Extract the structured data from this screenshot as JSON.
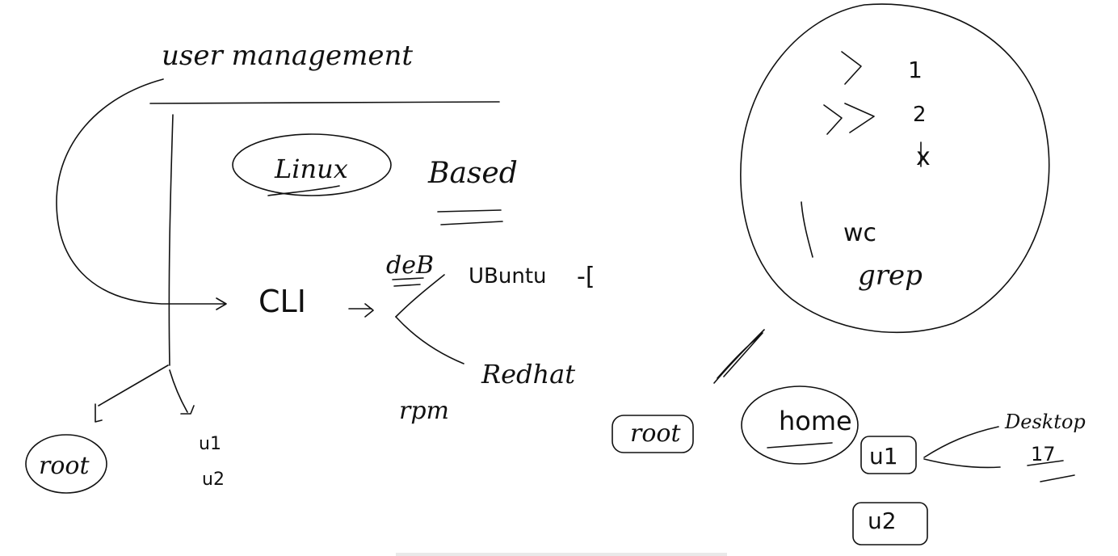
{
  "canvas": {
    "background": "#ffffff",
    "ink_color": "#111111"
  },
  "notes": {
    "title": "user management",
    "linux": "Linux",
    "based": "Based",
    "cli": "CLI",
    "deb": "deB",
    "ubuntu": "UBuntu",
    "ubuntu_suffix": "-[",
    "redhat": "Redhat",
    "rpm": "rpm",
    "root_left": "root",
    "u1_left": "u1",
    "u2_left": "u2"
  },
  "symbols": {
    "redirect_single": ">",
    "redirect_single_num": "1",
    "redirect_double": ">>",
    "redirect_double_num": "2",
    "crossed": "x",
    "pipe": "|",
    "wc": "wc",
    "grep": "grep"
  },
  "tree": {
    "root": "root",
    "home": "home",
    "u1": "u1",
    "u2": "u2",
    "desktop": "Desktop",
    "desktop_sub": "17"
  }
}
